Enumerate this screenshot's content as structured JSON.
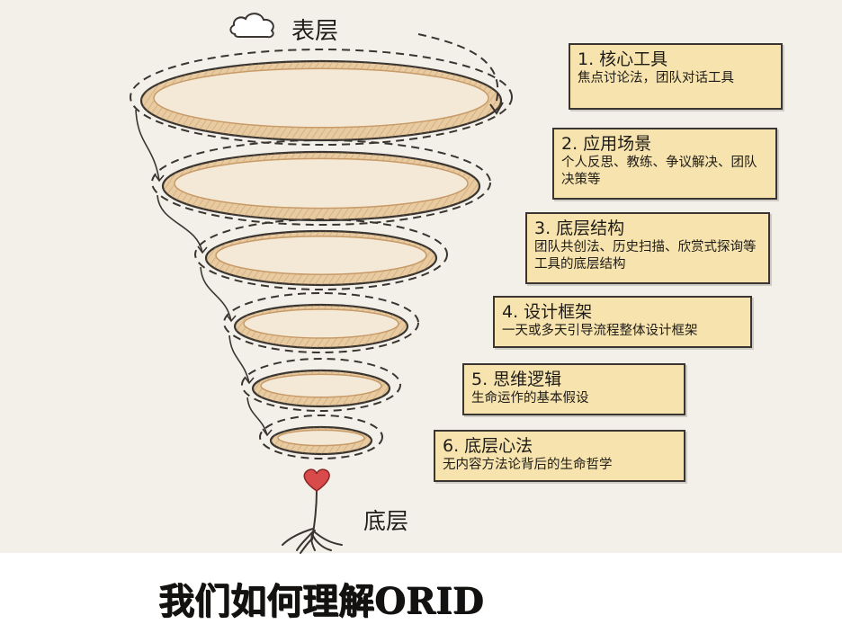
{
  "header": {
    "surface_label": "表层",
    "bottom_label": "底层"
  },
  "layers": [
    {
      "title": "1. 核心工具",
      "desc": "焦点讨论法，团队对话工具"
    },
    {
      "title": "2. 应用场景",
      "desc": "个人反思、教练、争议解决、团队决策等"
    },
    {
      "title": "3. 底层结构",
      "desc": "团队共创法、历史扫描、欣赏式探询等工具的底层结构"
    },
    {
      "title": "4. 设计框架",
      "desc": "一天或多天引导流程整体设计框架"
    },
    {
      "title": "5. 思维逻辑",
      "desc": "生命运作的基本假设"
    },
    {
      "title": "6. 底层心法",
      "desc": "无内容方法论背后的生命哲学"
    }
  ],
  "footer": {
    "title": "我们如何理解ORID"
  },
  "icons": {
    "top": "cloud-icon",
    "bottom": "heart-icon",
    "roots": "roots-icon"
  },
  "colors": {
    "box_fill": "#f6e3ad",
    "box_border": "#3a3530",
    "heart": "#d94a4a",
    "band_fill": "#e8cba0",
    "band_dark": "#c79a68"
  }
}
